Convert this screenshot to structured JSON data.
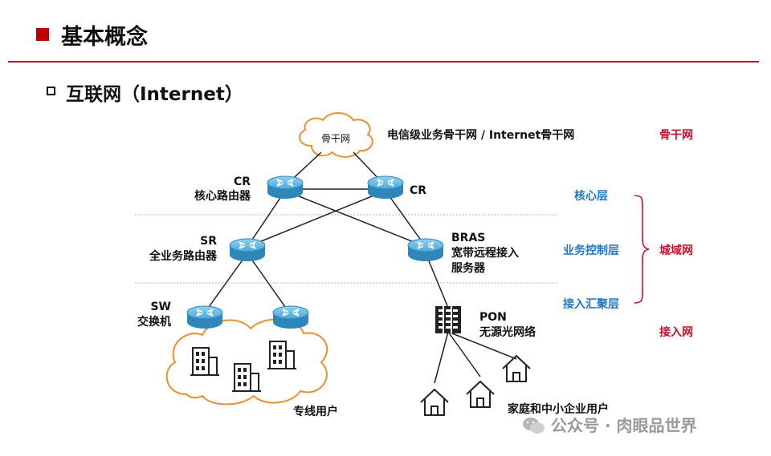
{
  "header": {
    "title": "基本概念"
  },
  "section": {
    "subtitle": "互联网（Internet）"
  },
  "diagram": {
    "cloud_label": "骨干网",
    "backbone_desc": "电信级业务骨干网 / Internet骨干网",
    "cr_left_line1": "CR",
    "cr_left_line2": "核心路由器",
    "cr_right": "CR",
    "sr_line1": "SR",
    "sr_line2": "全业务路由器",
    "bras_line1": "BRAS",
    "bras_line2": "宽带远程接入",
    "bras_line3": "服务器",
    "sw_line1": "SW",
    "sw_line2": "交换机",
    "pon_line1": "PON",
    "pon_line2": "无源光网络",
    "private_users": "专线用户",
    "home_users": "家庭和中小企业用户"
  },
  "layers": {
    "core": "核心层",
    "service_control": "业务控制层",
    "access_aggregation": "接入汇聚层"
  },
  "network_levels": {
    "backbone": "骨干网",
    "metro": "城域网",
    "access": "接入网"
  },
  "colors": {
    "accent_red": "#c8102e",
    "layer_blue": "#1f77c8",
    "router_blue": "#5bb6e0"
  },
  "watermark": {
    "text": "公众号 · 肉眼品世界"
  }
}
